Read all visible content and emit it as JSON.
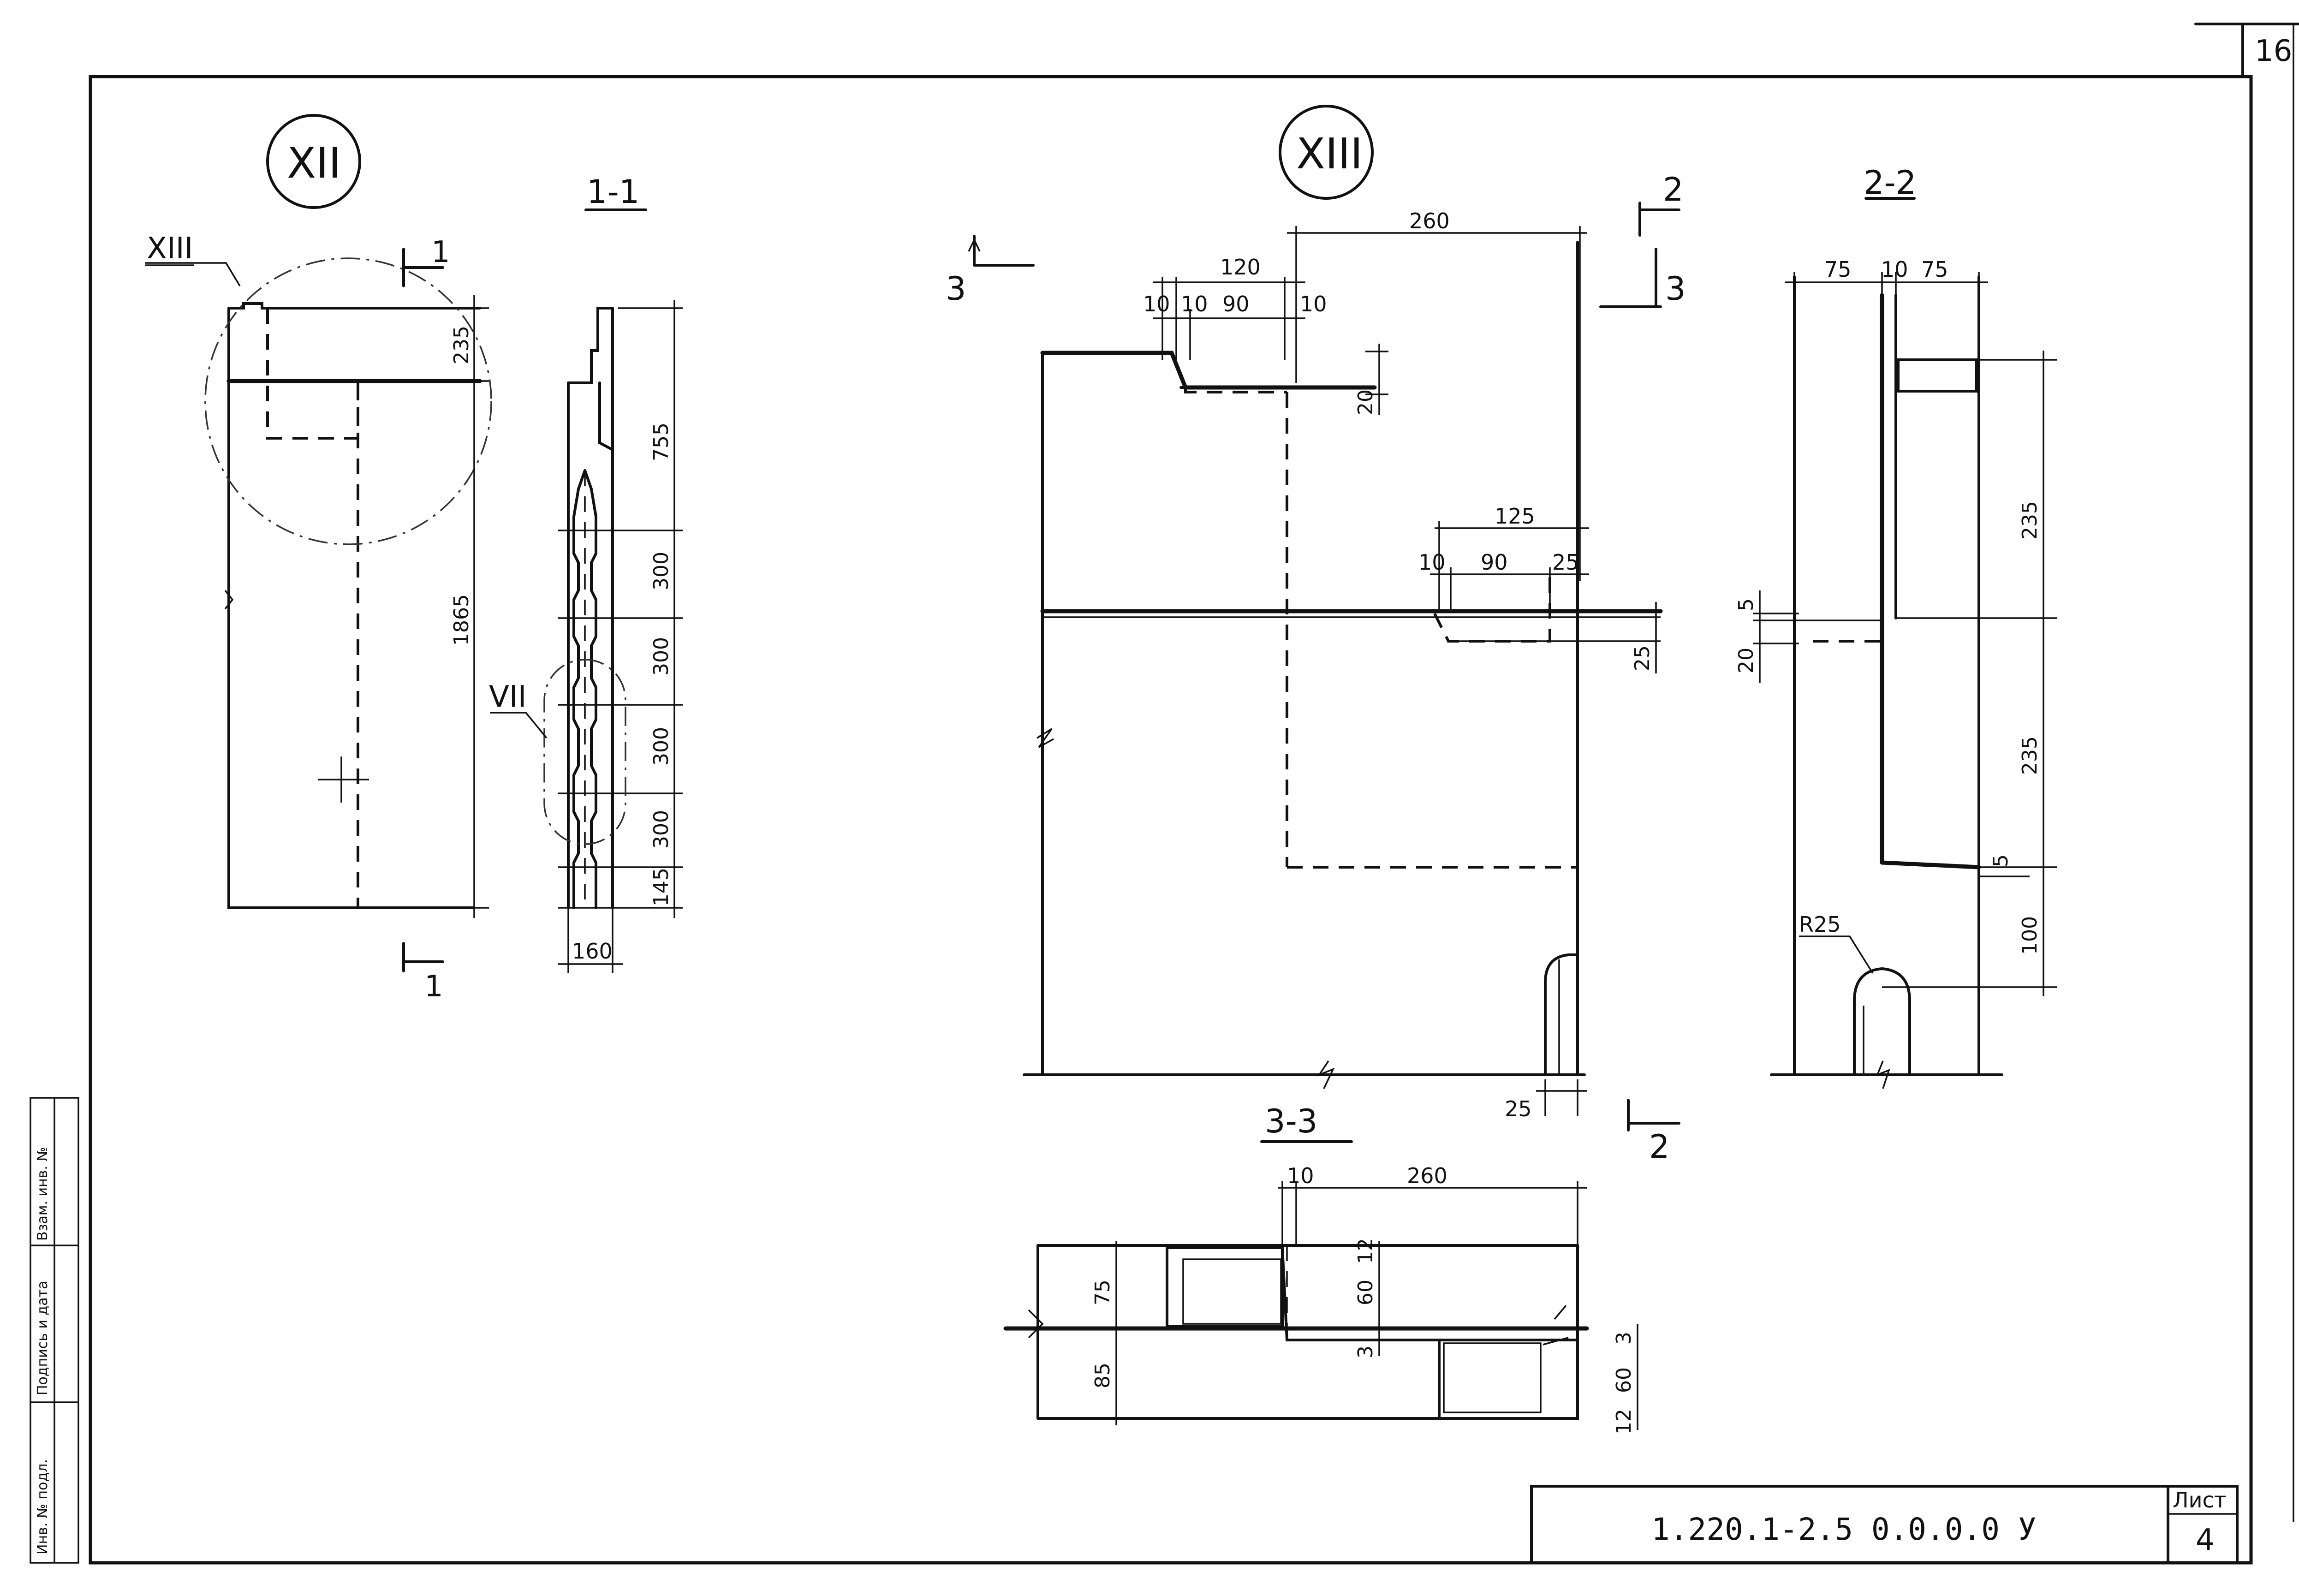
{
  "sheet": {
    "page_number": "16",
    "document_code": "1.220.1-2.5   0.0.0.0 У",
    "sheet_label": "Лист",
    "sheet_number": "4",
    "side_stamp": [
      "Инв. № подл.",
      "Подпись и дата",
      "Взам. инв. №"
    ]
  },
  "left_view": {
    "title": "XII",
    "callout": "XIII",
    "cut_mark": "1",
    "dims": {
      "top": "235",
      "height": "1865"
    }
  },
  "section_1_1": {
    "title": "1-1",
    "callout": "VII",
    "dims": [
      "755",
      "300",
      "300",
      "300",
      "300",
      "145"
    ],
    "width": "160"
  },
  "detail_xiii": {
    "title": "XIII",
    "cut_2": "2",
    "cut_3": "3",
    "dims_top": {
      "overall": "260",
      "w120": "120",
      "d10a": "10",
      "d10b": "10",
      "d90": "90",
      "d10c": "10",
      "d20": "20"
    },
    "dims_mid": {
      "w125": "125",
      "d10": "10",
      "d90": "90",
      "d25": "25",
      "d25v": "25"
    },
    "dim_bottom": "25"
  },
  "section_2_2": {
    "title": "2-2",
    "dims_top": [
      "75",
      "10",
      "75"
    ],
    "dims_right": [
      "235",
      "235",
      "5",
      "100"
    ],
    "dims_left": [
      "5",
      "20"
    ],
    "radius": "R25"
  },
  "section_3_3": {
    "title": "3-3",
    "dims_top": [
      "10",
      "260"
    ],
    "dims_left": [
      "75",
      "85"
    ],
    "dims_mid": [
      "12",
      "60",
      "3"
    ],
    "dims_right": [
      "3",
      "60",
      "12"
    ]
  }
}
